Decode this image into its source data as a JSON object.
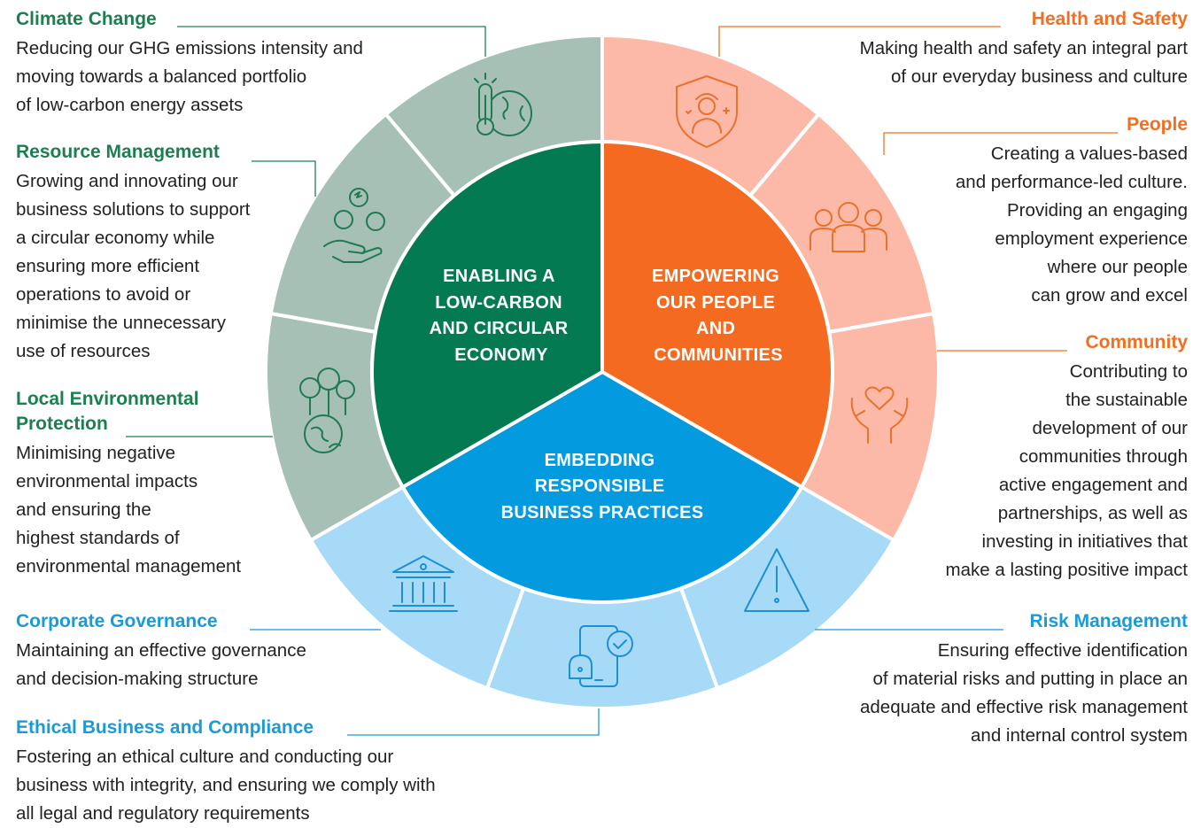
{
  "center": {
    "green": [
      "ENABLING A",
      "LOW-CARBON",
      "AND CIRCULAR",
      "ECONOMY"
    ],
    "orange": [
      "EMPOWERING",
      "OUR PEOPLE",
      "AND",
      "COMMUNITIES"
    ],
    "blue": [
      "EMBEDDING",
      "RESPONSIBLE",
      "BUSINESS PRACTICES"
    ]
  },
  "colors": {
    "green_core": "#047a52",
    "orange_core": "#f56a21",
    "blue_core": "#039ae0",
    "green_outer": "#a6c0b5",
    "orange_outer": "#fdb9a8",
    "blue_outer": "#a6daf6",
    "green_text": "#1b7f4f",
    "orange_text": "#f26f22",
    "blue_text": "#1a9ad6"
  },
  "topics": {
    "climate": {
      "title": "Climate Change",
      "text": "Reducing our GHG emissions intensity and\nmoving towards a balanced portfolio\nof low-carbon energy assets",
      "icon": "thermometer-globe-icon"
    },
    "resource": {
      "title": "Resource Management",
      "text": "Growing and innovating our\nbusiness solutions to support\na circular economy while\nensuring more efficient\noperations to avoid or\nminimise the unnecessary\nuse of resources",
      "icon": "hand-recycle-icon"
    },
    "local": {
      "title_line1": "Local Environmental",
      "title_line2": "Protection",
      "text": "Minimising negative\nenvironmental impacts\nand ensuring the\nhighest standards of\nenvironmental management",
      "icon": "trees-globe-icon"
    },
    "governance": {
      "title": "Corporate Governance",
      "text": "Maintaining an effective governance\nand decision-making structure",
      "icon": "institution-building-icon"
    },
    "ethics": {
      "title": "Ethical Business and Compliance",
      "text": "Fostering an ethical culture and conducting our\nbusiness with integrity, and ensuring we comply with\nall legal and regulatory requirements",
      "icon": "phone-lock-check-icon"
    },
    "health": {
      "title": "Health and Safety",
      "text": "Making health and safety an integral part\nof our everyday business and culture",
      "icon": "shield-worker-icon"
    },
    "people": {
      "title": "People",
      "text": "Creating a values-based\nand performance-led culture.\nProviding an engaging\nemployment experience\nwhere our people\ncan grow and excel",
      "icon": "people-group-icon"
    },
    "community": {
      "title": "Community",
      "text": "Contributing to\nthe sustainable\ndevelopment of our\ncommunities through\nactive engagement and\npartnerships, as well as\ninvesting in initiatives that\nmake a lasting positive impact",
      "icon": "hands-heart-icon"
    },
    "risk": {
      "title": "Risk Management",
      "text": "Ensuring effective identification\nof material risks and putting in place an\nadequate and effective risk management\nand internal control system",
      "icon": "warning-triangle-icon"
    }
  }
}
